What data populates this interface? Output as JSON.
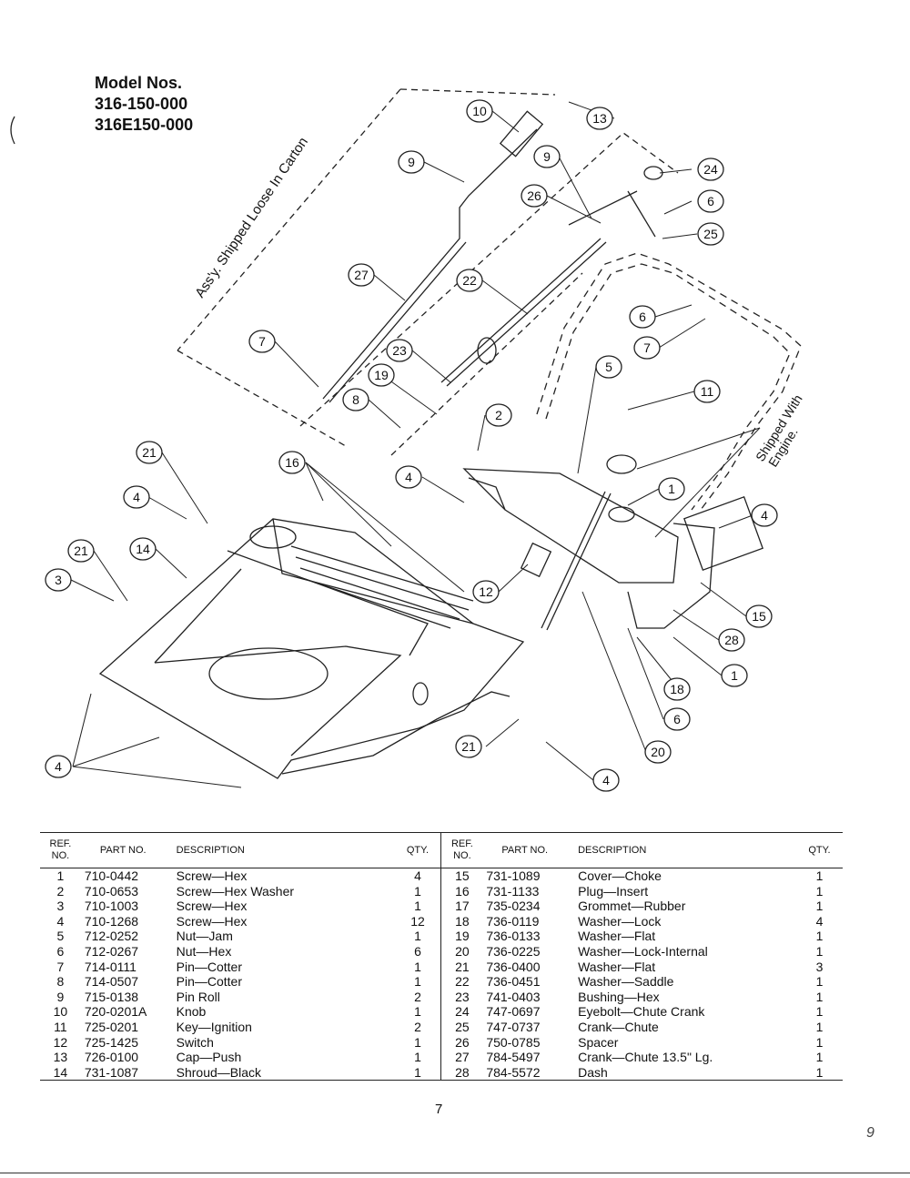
{
  "model": {
    "heading": "Model Nos.",
    "numbers": [
      "316-150-000",
      "316E150-000"
    ]
  },
  "diagram": {
    "labels": {
      "carton": "Ass'y. Shipped Loose In Carton",
      "engine_1": "Shipped With",
      "engine_2": "Engine."
    },
    "callouts": [
      "10",
      "13",
      "9",
      "9",
      "7",
      "26",
      "24",
      "6",
      "25",
      "27",
      "22",
      "6",
      "7",
      "23",
      "19",
      "5",
      "11",
      "8",
      "2",
      "21",
      "4",
      "1",
      "16",
      "4",
      "4",
      "21",
      "14",
      "3",
      "12",
      "15",
      "28",
      "1",
      "18",
      "6",
      "21",
      "4",
      "20",
      "4"
    ]
  },
  "table": {
    "headers": {
      "ref": "REF. NO.",
      "part": "PART NO.",
      "description": "DESCRIPTION",
      "qty": "QTY."
    },
    "rows_left": [
      {
        "ref": "1",
        "part": "710-0442",
        "desc": "Screw—Hex",
        "qty": "4"
      },
      {
        "ref": "2",
        "part": "710-0653",
        "desc": "Screw—Hex Washer",
        "qty": "1"
      },
      {
        "ref": "3",
        "part": "710-1003",
        "desc": "Screw—Hex",
        "qty": "1"
      },
      {
        "ref": "4",
        "part": "710-1268",
        "desc": "Screw—Hex",
        "qty": "12"
      },
      {
        "ref": "5",
        "part": "712-0252",
        "desc": "Nut—Jam",
        "qty": "1"
      },
      {
        "ref": "6",
        "part": "712-0267",
        "desc": "Nut—Hex",
        "qty": "6"
      },
      {
        "ref": "7",
        "part": "714-0111",
        "desc": "Pin—Cotter",
        "qty": "1"
      },
      {
        "ref": "8",
        "part": "714-0507",
        "desc": "Pin—Cotter",
        "qty": "1"
      },
      {
        "ref": "9",
        "part": "715-0138",
        "desc": "Pin Roll",
        "qty": "2"
      },
      {
        "ref": "10",
        "part": "720-0201A",
        "desc": "Knob",
        "qty": "1"
      },
      {
        "ref": "11",
        "part": "725-0201",
        "desc": "Key—Ignition",
        "qty": "2"
      },
      {
        "ref": "12",
        "part": "725-1425",
        "desc": "Switch",
        "qty": "1"
      },
      {
        "ref": "13",
        "part": "726-0100",
        "desc": "Cap—Push",
        "qty": "1"
      },
      {
        "ref": "14",
        "part": "731-1087",
        "desc": "Shroud—Black",
        "qty": "1"
      }
    ],
    "rows_right": [
      {
        "ref": "15",
        "part": "731-1089",
        "desc": "Cover—Choke",
        "qty": "1"
      },
      {
        "ref": "16",
        "part": "731-1133",
        "desc": "Plug—Insert",
        "qty": "1"
      },
      {
        "ref": "17",
        "part": "735-0234",
        "desc": "Grommet—Rubber",
        "qty": "1"
      },
      {
        "ref": "18",
        "part": "736-0119",
        "desc": "Washer—Lock",
        "qty": "4"
      },
      {
        "ref": "19",
        "part": "736-0133",
        "desc": "Washer—Flat",
        "qty": "1"
      },
      {
        "ref": "20",
        "part": "736-0225",
        "desc": "Washer—Lock-Internal",
        "qty": "1"
      },
      {
        "ref": "21",
        "part": "736-0400",
        "desc": "Washer—Flat",
        "qty": "3"
      },
      {
        "ref": "22",
        "part": "736-0451",
        "desc": "Washer—Saddle",
        "qty": "1"
      },
      {
        "ref": "23",
        "part": "741-0403",
        "desc": "Bushing—Hex",
        "qty": "1"
      },
      {
        "ref": "24",
        "part": "747-0697",
        "desc": "Eyebolt—Chute Crank",
        "qty": "1"
      },
      {
        "ref": "25",
        "part": "747-0737",
        "desc": "Crank—Chute",
        "qty": "1"
      },
      {
        "ref": "26",
        "part": "750-0785",
        "desc": "Spacer",
        "qty": "1"
      },
      {
        "ref": "27",
        "part": "784-5497",
        "desc": "Crank—Chute 13.5\" Lg.",
        "qty": "1"
      },
      {
        "ref": "28",
        "part": "784-5572",
        "desc": "Dash",
        "qty": "1"
      }
    ]
  },
  "page_number": "7",
  "corner_mark": "9"
}
